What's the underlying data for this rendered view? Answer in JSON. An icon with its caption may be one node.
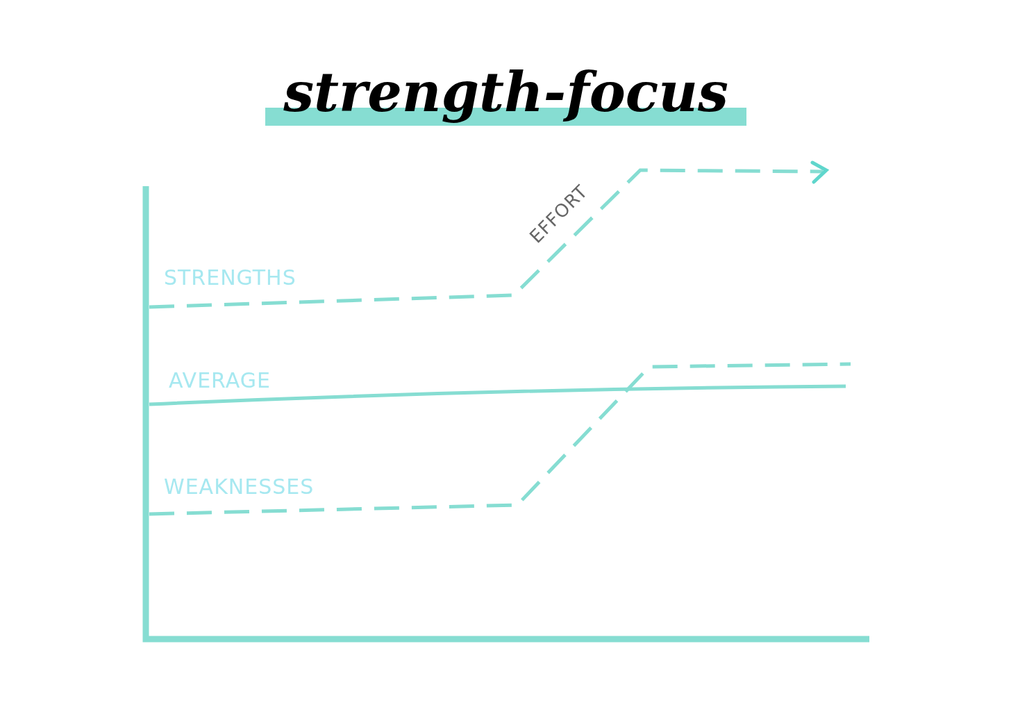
{
  "diagram": {
    "title": "strength-focus",
    "labels": [
      "STRENGTHS",
      "AVERAGE",
      "WEAKNESSES",
      "EFFORT"
    ]
  }
}
